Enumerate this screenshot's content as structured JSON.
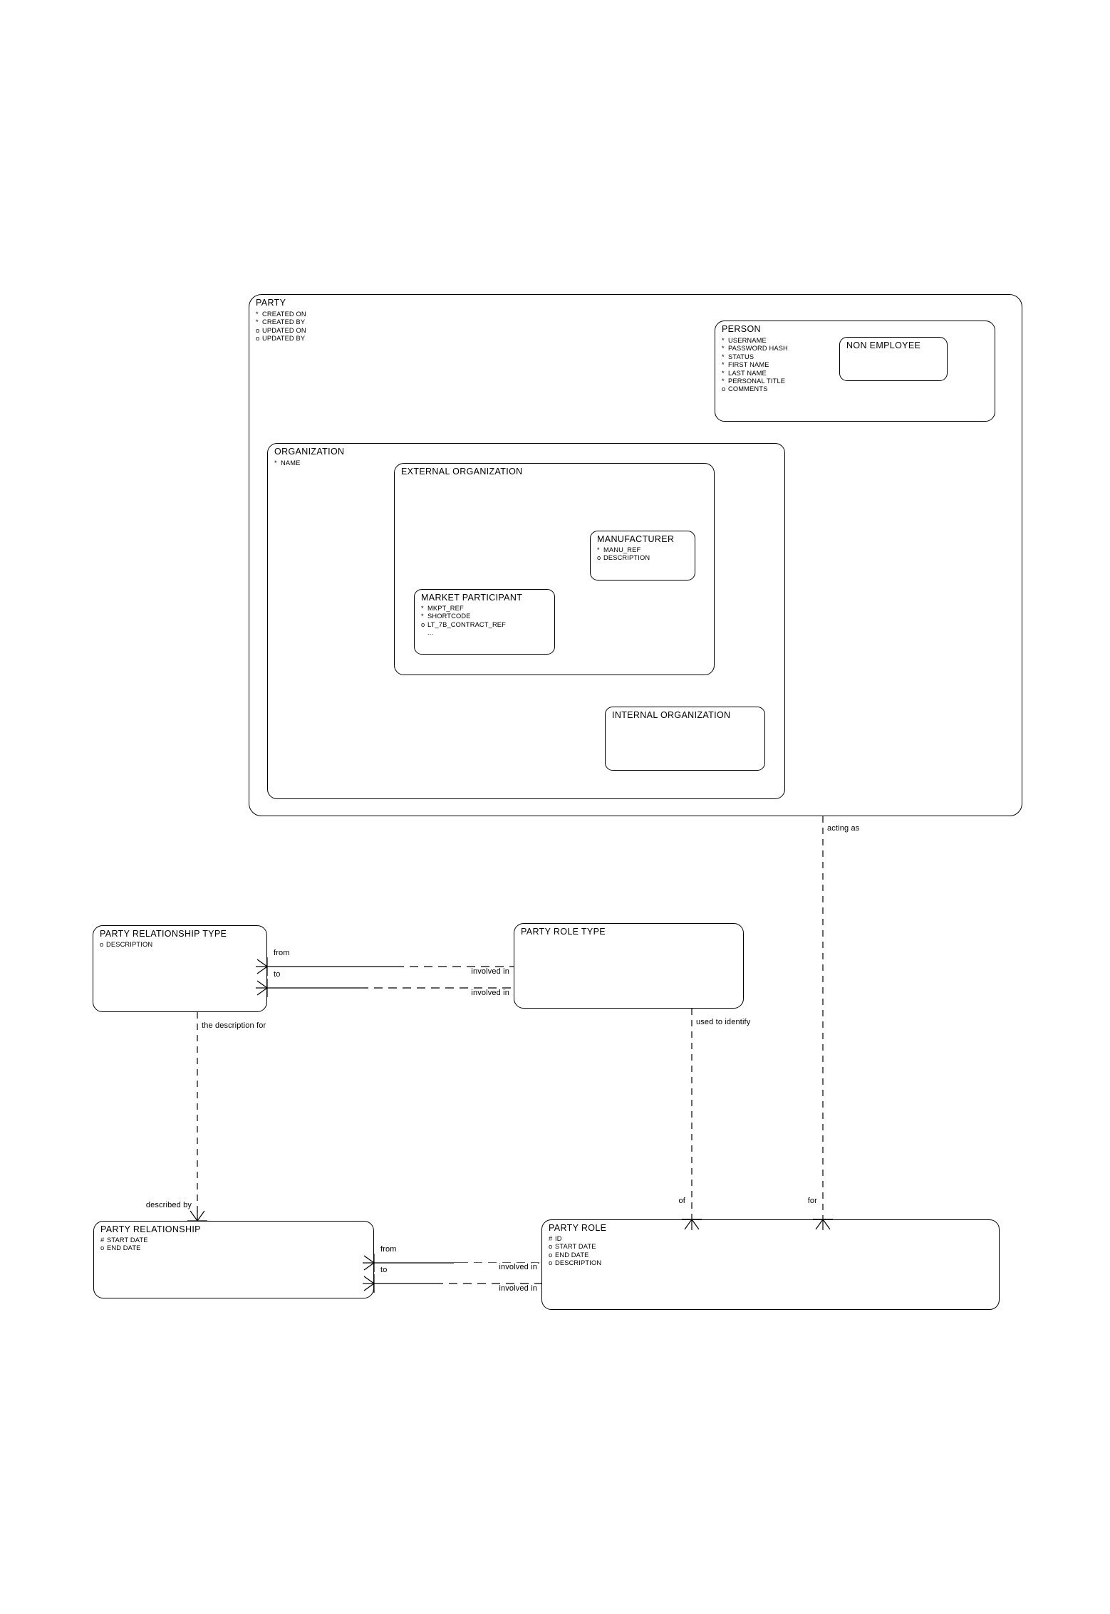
{
  "diagram": {
    "type": "entity-relationship-diagram",
    "notation": "barker",
    "background": "#ffffff",
    "line_color": "#000000"
  },
  "entities": [
    {
      "id": "party",
      "name": "PARTY",
      "attributes": [
        {
          "marker": "*",
          "label": "CREATED ON"
        },
        {
          "marker": "*",
          "label": "CREATED BY"
        },
        {
          "marker": "o",
          "label": "UPDATED ON"
        },
        {
          "marker": "o",
          "label": "UPDATED BY"
        }
      ]
    },
    {
      "id": "person",
      "name": "PERSON",
      "attributes": [
        {
          "marker": "*",
          "label": "USERNAME"
        },
        {
          "marker": "*",
          "label": "PASSWORD HASH"
        },
        {
          "marker": "*",
          "label": "STATUS"
        },
        {
          "marker": "*",
          "label": "FIRST NAME"
        },
        {
          "marker": "*",
          "label": "LAST NAME"
        },
        {
          "marker": "*",
          "label": "PERSONAL TITLE"
        },
        {
          "marker": "o",
          "label": "COMMENTS"
        }
      ]
    },
    {
      "id": "non_employee",
      "name": "NON EMPLOYEE",
      "attributes": []
    },
    {
      "id": "organization",
      "name": "ORGANIZATION",
      "attributes": [
        {
          "marker": "*",
          "label": "NAME"
        }
      ]
    },
    {
      "id": "external_organization",
      "name": "EXTERNAL ORGANIZATION",
      "attributes": []
    },
    {
      "id": "manufacturer",
      "name": "MANUFACTURER",
      "attributes": [
        {
          "marker": "*",
          "label": "MANU_REF"
        },
        {
          "marker": "o",
          "label": "DESCRIPTION"
        }
      ]
    },
    {
      "id": "market_participant",
      "name": "MARKET PARTICIPANT",
      "attributes": [
        {
          "marker": "*",
          "label": "MKPT_REF"
        },
        {
          "marker": "*",
          "label": "SHORTCODE"
        },
        {
          "marker": "o",
          "label": "LT_7B_CONTRACT_REF"
        },
        {
          "marker": "",
          "label": "..."
        }
      ]
    },
    {
      "id": "internal_organization",
      "name": "INTERNAL ORGANIZATION",
      "attributes": []
    },
    {
      "id": "party_relationship_type",
      "name": "PARTY RELATIONSHIP TYPE",
      "attributes": [
        {
          "marker": "o",
          "label": "DESCRIPTION"
        }
      ]
    },
    {
      "id": "party_role_type",
      "name": "PARTY ROLE TYPE",
      "attributes": []
    },
    {
      "id": "party_relationship",
      "name": "PARTY RELATIONSHIP",
      "attributes": [
        {
          "marker": "#",
          "label": "START DATE"
        },
        {
          "marker": "o",
          "label": "END DATE"
        }
      ]
    },
    {
      "id": "party_role",
      "name": "PARTY ROLE",
      "attributes": [
        {
          "marker": "#",
          "label": "ID"
        },
        {
          "marker": "o",
          "label": "START DATE"
        },
        {
          "marker": "o",
          "label": "END DATE"
        },
        {
          "marker": "o",
          "label": "DESCRIPTION"
        }
      ]
    }
  ],
  "relationship_labels": {
    "prt_from": "from",
    "prt_to": "to",
    "prt_involved_in_1": "involved in",
    "prt_involved_in_2": "involved in",
    "pr_from": "from",
    "pr_to": "to",
    "pr_involved_in_1": "involved in",
    "pr_involved_in_2": "involved in",
    "the_description_for": "the description for",
    "described_by": "described by",
    "used_to_identify": "used to identify",
    "of": "of",
    "acting_as": "acting as",
    "for": "for"
  }
}
